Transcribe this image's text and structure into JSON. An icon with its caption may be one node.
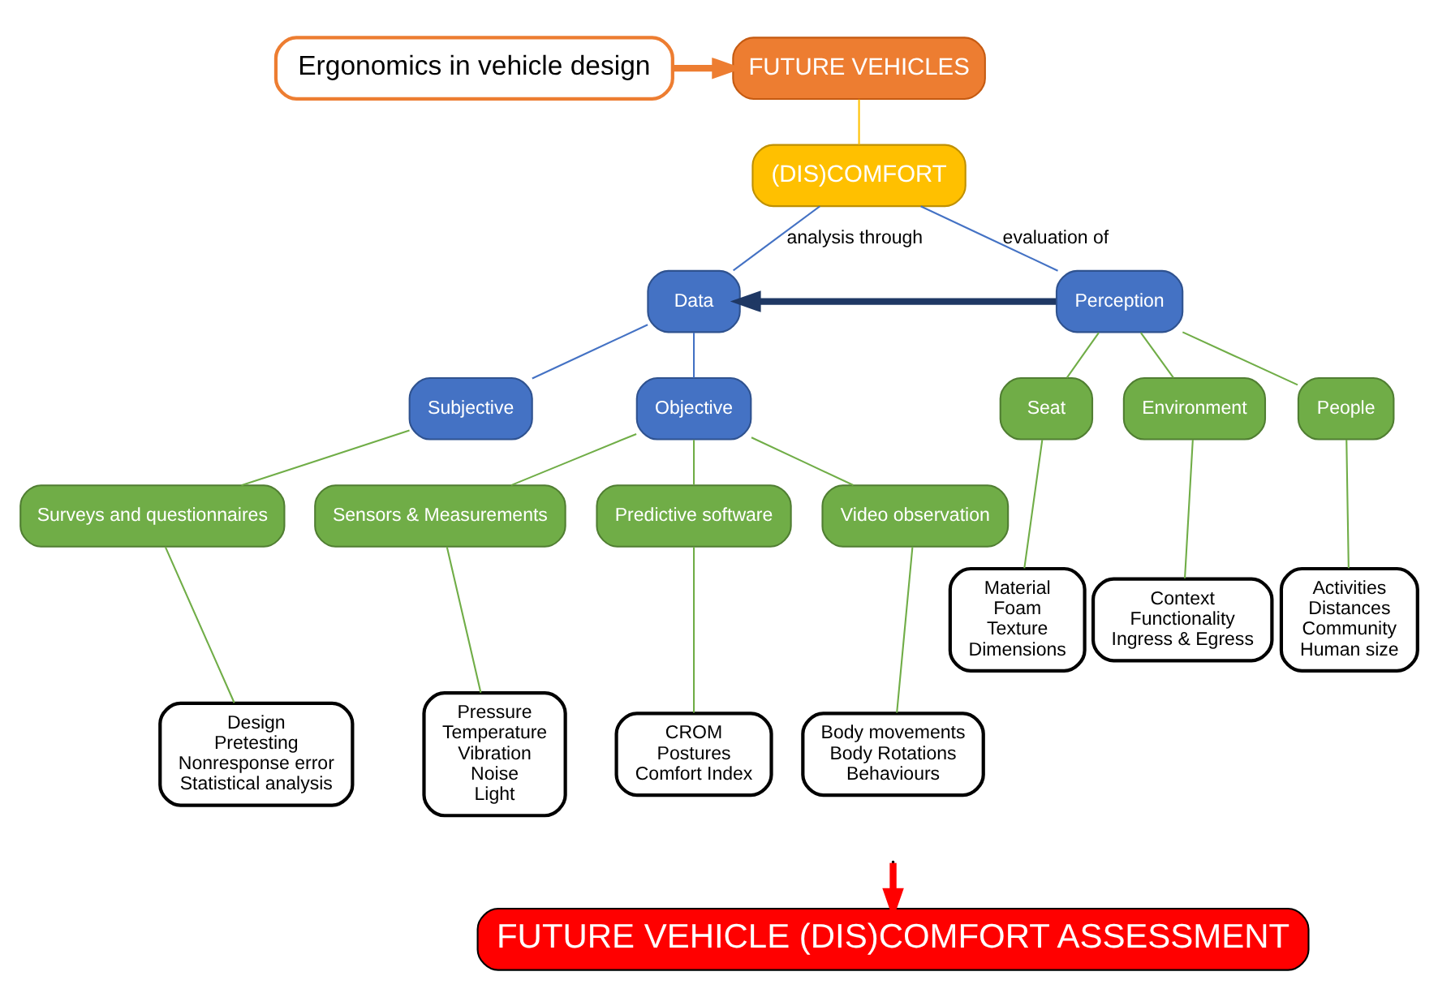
{
  "diagram": {
    "nodes": [
      {
        "text": [
          "Ergonomics in vehicle design"
        ]
      },
      {
        "text": [
          "FUTURE VEHICLES"
        ]
      },
      {
        "text": [
          "(DIS)COMFORT"
        ]
      },
      {
        "text": [
          "Data"
        ]
      },
      {
        "text": [
          "Perception"
        ]
      },
      {
        "text": [
          "Subjective"
        ]
      },
      {
        "text": [
          "Objective"
        ]
      },
      {
        "text": [
          "Seat"
        ]
      },
      {
        "text": [
          "Environment"
        ]
      },
      {
        "text": [
          "People"
        ]
      },
      {
        "text": [
          "Surveys and questionnaires"
        ]
      },
      {
        "text": [
          "Sensors & Measurements"
        ]
      },
      {
        "text": [
          "Predictive software"
        ]
      },
      {
        "text": [
          "Video observation"
        ]
      },
      {
        "text": [
          "Design",
          "Pretesting",
          "Nonresponse error",
          "Statistical analysis"
        ]
      },
      {
        "text": [
          "Pressure",
          "Temperature",
          "Vibration",
          "Noise",
          "Light"
        ]
      },
      {
        "text": [
          "CROM",
          "Postures",
          "Comfort Index"
        ]
      },
      {
        "text": [
          "Body movements",
          "Body Rotations",
          "Behaviours"
        ]
      },
      {
        "text": [
          "Material",
          "Foam",
          "Texture",
          "Dimensions"
        ]
      },
      {
        "text": [
          "Context",
          "Functionality",
          "Ingress & Egress"
        ]
      },
      {
        "text": [
          "Activities",
          "Distances",
          "Community",
          "Human size"
        ]
      },
      {
        "text": [
          "FUTURE VEHICLE (DIS)COMFORT ASSESSMENT"
        ]
      }
    ],
    "edges": [
      {
        "from": 0,
        "to": 1,
        "arrow": "to",
        "style": "thick",
        "color": "#ed7d31"
      },
      {
        "from": 1,
        "to": 2,
        "arrow": "none",
        "color": "#ffc000"
      },
      {
        "from": 2,
        "to": 3,
        "arrow": "none",
        "label": "analysis through",
        "color": "#4472c4"
      },
      {
        "from": 2,
        "to": 4,
        "arrow": "none",
        "label": "evaluation of",
        "color": "#4472c4"
      },
      {
        "from": 4,
        "to": 3,
        "arrow": "to",
        "style": "thick",
        "color": "#1f3864"
      },
      {
        "from": 3,
        "to": 5,
        "arrow": "none",
        "color": "#4472c4"
      },
      {
        "from": 3,
        "to": 6,
        "arrow": "none",
        "color": "#4472c4"
      },
      {
        "from": 4,
        "to": 7,
        "arrow": "none"
      },
      {
        "from": 4,
        "to": 8,
        "arrow": "none"
      },
      {
        "from": 4,
        "to": 9,
        "arrow": "none"
      },
      {
        "from": 5,
        "to": 10,
        "arrow": "none"
      },
      {
        "from": 6,
        "to": 11,
        "arrow": "none"
      },
      {
        "from": 6,
        "to": 12,
        "arrow": "none"
      },
      {
        "from": 6,
        "to": 13,
        "arrow": "none"
      },
      {
        "from": 10,
        "to": 14,
        "arrow": "none"
      },
      {
        "from": 11,
        "to": 15,
        "arrow": "none"
      },
      {
        "from": 12,
        "to": 16,
        "arrow": "none"
      },
      {
        "from": 13,
        "to": 17,
        "arrow": "none"
      },
      {
        "from": 7,
        "to": 18,
        "arrow": "none"
      },
      {
        "from": 8,
        "to": 19,
        "arrow": "none"
      },
      {
        "from": 9,
        "to": 20,
        "arrow": "none"
      },
      {
        "from": null,
        "to": 21,
        "arrow": "to",
        "style": "thick",
        "color": "#ff0000"
      }
    ]
  }
}
